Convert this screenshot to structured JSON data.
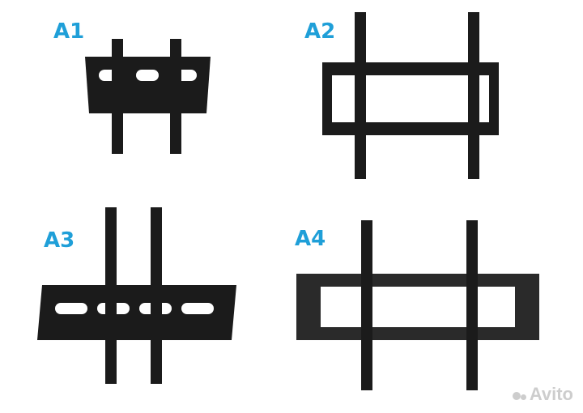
{
  "products": [
    {
      "label": "A1",
      "variant": "small-fixed-mount"
    },
    {
      "label": "A2",
      "variant": "medium-frame-mount"
    },
    {
      "label": "A3",
      "variant": "wide-slot-mount"
    },
    {
      "label": "A4",
      "variant": "large-frame-mount"
    }
  ],
  "watermark": {
    "text": "Avito"
  },
  "colors": {
    "label": "#1f9fd8",
    "metal": "#1b1b1b",
    "background": "#ffffff"
  }
}
